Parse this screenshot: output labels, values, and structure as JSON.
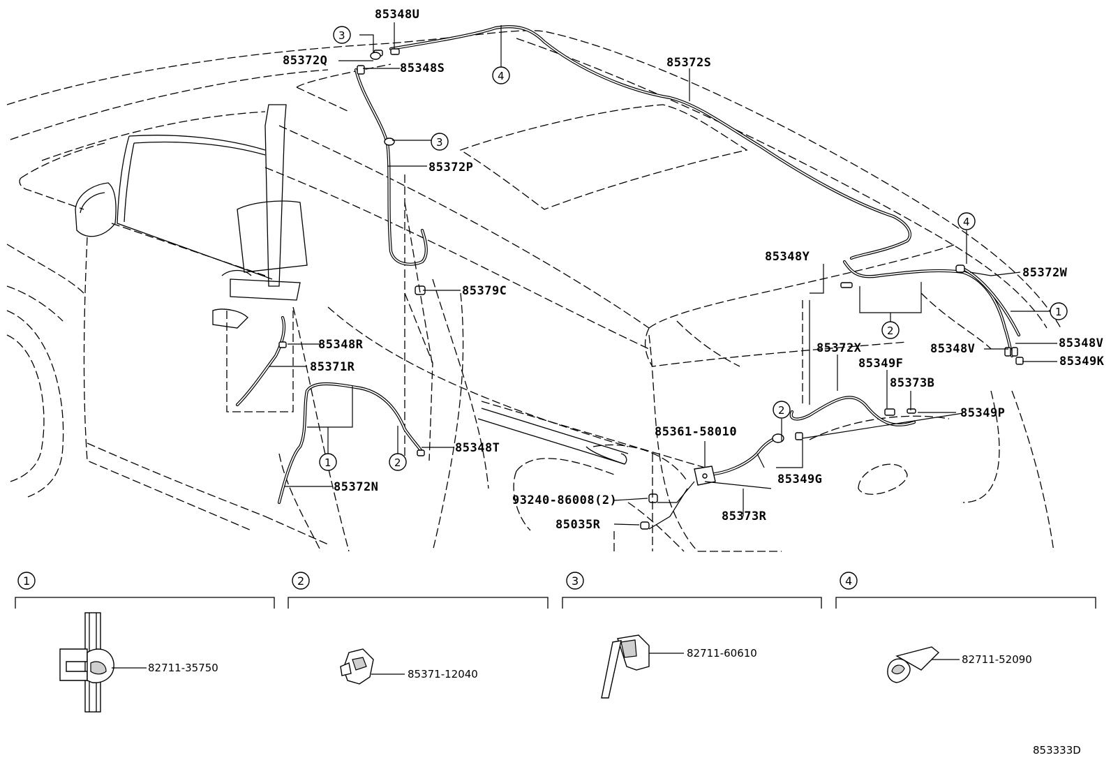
{
  "callouts": {
    "p85348U": "85348U",
    "p85372Q": "85372Q",
    "p85348S": "85348S",
    "p85372S": "85372S",
    "p85372P": "85372P",
    "p85379C": "85379C",
    "p85348Y": "85348Y",
    "p85372W": "85372W",
    "p85348V_a": "85348V",
    "p85348V_b": "85348V",
    "p85349K": "85349K",
    "p85372X": "85372X",
    "p85349F": "85349F",
    "p85373B": "85373B",
    "p85349P": "85349P",
    "p85348R": "85348R",
    "p85371R": "85371R",
    "p85348T": "85348T",
    "p85372N": "85372N",
    "p85361": "85361-58010",
    "p85349G": "85349G",
    "p93240": "93240-86008(2)",
    "p85035R": "85035R",
    "p85373R": "85373R"
  },
  "clip_markers": {
    "c3a": "3",
    "c4a": "4",
    "c3b": "3",
    "c4b": "4",
    "c1a": "1",
    "c2a": "2",
    "c2b": "2",
    "c1b": "1",
    "c2c": "2"
  },
  "details": [
    {
      "index": "1",
      "part_number": "82711-35750",
      "icon": "clip-1-icon"
    },
    {
      "index": "2",
      "part_number": "85371-12040",
      "icon": "clip-2-icon"
    },
    {
      "index": "3",
      "part_number": "82711-60610",
      "icon": "clip-3-icon"
    },
    {
      "index": "4",
      "part_number": "82711-52090",
      "icon": "clip-4-icon"
    }
  ],
  "diagram_code": "853333D"
}
